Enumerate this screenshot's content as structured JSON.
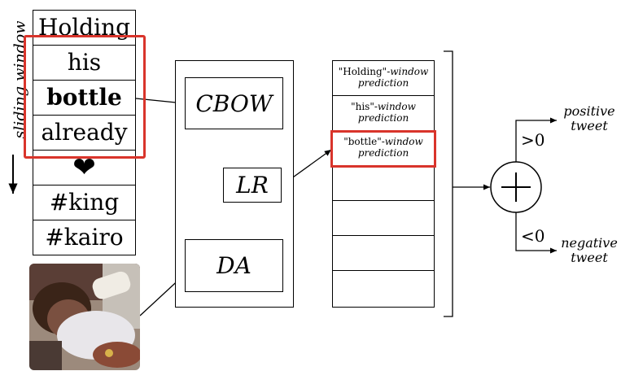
{
  "sliding_window_label": "sliding window",
  "tweet_tokens": [
    {
      "text": "Holding",
      "bold": false
    },
    {
      "text": "his",
      "bold": false
    },
    {
      "text": "bottle",
      "bold": true
    },
    {
      "text": "already",
      "bold": false
    },
    {
      "text": "❤",
      "bold": false
    },
    {
      "text": "#king",
      "bold": false
    },
    {
      "text": "#kairo",
      "bold": false
    }
  ],
  "model_blocks": {
    "cbow": "CBOW",
    "lr": "LR",
    "da": "DA"
  },
  "predictions": [
    {
      "quote": "\"Holding\"-",
      "window": "window",
      "prediction": "prediction"
    },
    {
      "quote": "\"his\"-",
      "window": "window",
      "prediction": "prediction"
    },
    {
      "quote": "\"bottle\"-",
      "window": "window",
      "prediction": "prediction"
    }
  ],
  "aggregator_symbol": "+",
  "comparisons": {
    "greater": ">0",
    "less": "<0"
  },
  "outputs": {
    "positive": {
      "line1": "positive",
      "line2": "tweet"
    },
    "negative": {
      "line1": "negative",
      "line2": "tweet"
    }
  },
  "colors": {
    "highlight": "#d9342b",
    "line": "#000000",
    "background": "#ffffff"
  },
  "icons": {
    "input_image": "photo-of-baby-with-bottle"
  }
}
